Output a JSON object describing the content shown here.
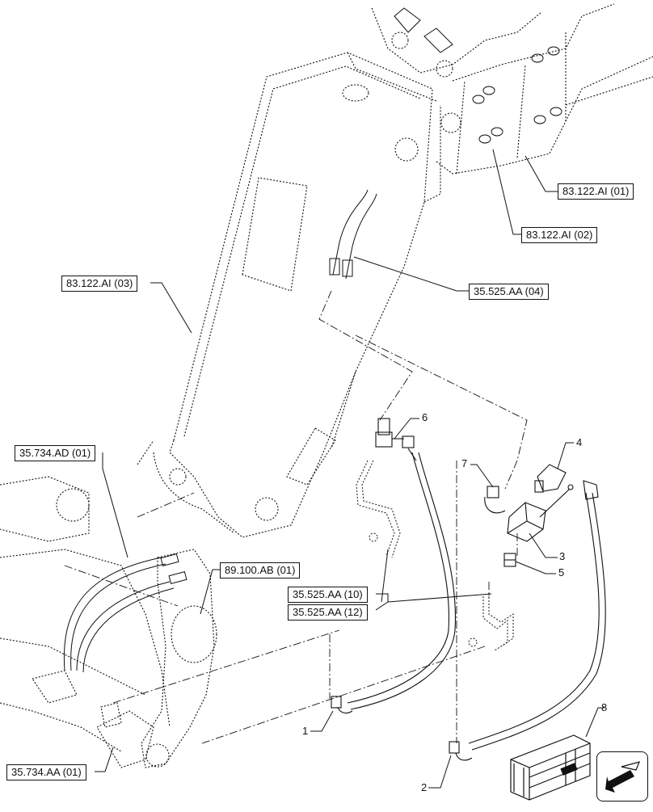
{
  "references": [
    {
      "id": "r1",
      "label": "83.122.AI (01)"
    },
    {
      "id": "r2",
      "label": "83.122.AI (02)"
    },
    {
      "id": "r3",
      "label": "83.122.AI (03)"
    },
    {
      "id": "r4",
      "label": "35.525.AA (04)"
    },
    {
      "id": "r5",
      "label": "35.734.AD (01)"
    },
    {
      "id": "r6",
      "label": "89.100.AB (01)"
    },
    {
      "id": "r7",
      "label": "35.525.AA (10)"
    },
    {
      "id": "r8",
      "label": "35.525.AA (12)"
    },
    {
      "id": "r9",
      "label": "35.734.AA (01)"
    }
  ],
  "callouts": [
    "1",
    "2",
    "3",
    "4",
    "5",
    "6",
    "7",
    "8"
  ],
  "nav": {
    "icon": "next-page-arrow-icon"
  },
  "colors": {
    "line": "#111111",
    "background": "#ffffff"
  }
}
